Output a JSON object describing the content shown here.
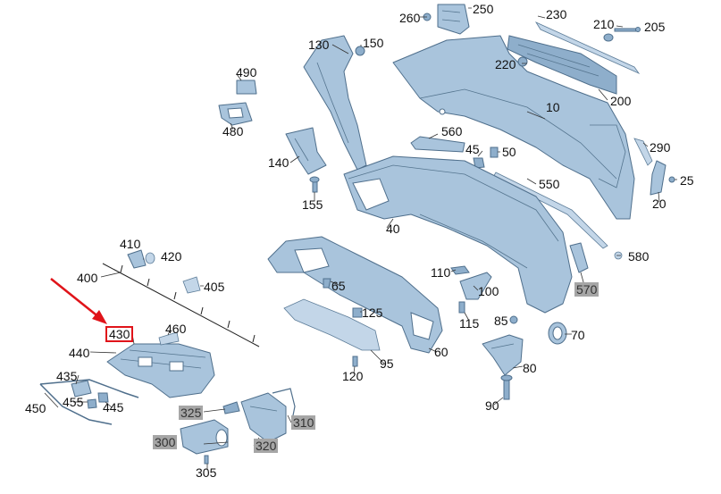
{
  "labels": {
    "l10": "10",
    "l20": "20",
    "l25": "25",
    "l40": "40",
    "l45": "45",
    "l50": "50",
    "l60": "60",
    "l65": "65",
    "l70": "70",
    "l80": "80",
    "l85": "85",
    "l90": "90",
    "l95": "95",
    "l100": "100",
    "l110": "110",
    "l115": "115",
    "l120": "120",
    "l125": "125",
    "l130": "130",
    "l140": "140",
    "l150": "150",
    "l155": "155",
    "l200": "200",
    "l205": "205",
    "l210": "210",
    "l220": "220",
    "l230": "230",
    "l250": "250",
    "l260": "260",
    "l290": "290",
    "l300": "300",
    "l305": "305",
    "l310": "310",
    "l320": "320",
    "l325": "325",
    "l400": "400",
    "l405": "405",
    "l410": "410",
    "l420": "420",
    "l430": "430",
    "l435": "435",
    "l440": "440",
    "l445": "445",
    "l450": "450",
    "l455": "455",
    "l460": "460",
    "l480": "480",
    "l490": "490",
    "l550": "550",
    "l560": "560",
    "l570": "570",
    "l580": "580"
  },
  "highlight": {
    "part": "430",
    "arrow_color": "#e0141a"
  }
}
